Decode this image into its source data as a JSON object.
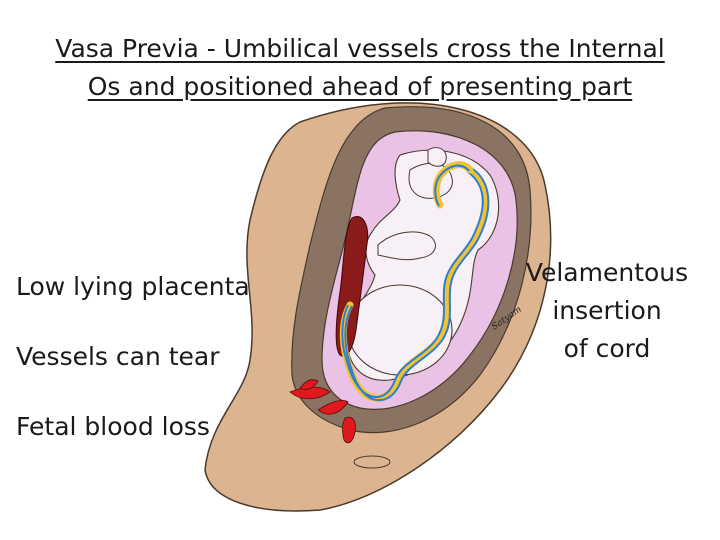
{
  "title": {
    "line1": "Vasa Previa - Umbilical vessels cross the Internal",
    "line2": "Os and positioned ahead of presenting part"
  },
  "labels": {
    "low_lying_placenta": "Low lying placenta",
    "vessels_can_tear": "Vessels can tear",
    "fetal_blood_loss": "Fetal blood loss",
    "velamentous_line1": "Velamentous",
    "velamentous_line2": "insertion",
    "velamentous_line3": "of cord"
  },
  "signature": "Satyam",
  "colors": {
    "uterus_wall": "#dcb48f",
    "myometrium": "#8a7362",
    "amniotic_sac": "#e9c2e6",
    "fetus": "#f7f0f7",
    "placenta": "#8b1a1a",
    "blood": "#e0191f",
    "cord_blue": "#2f7fd0",
    "cord_yellow": "#f2c22f"
  }
}
